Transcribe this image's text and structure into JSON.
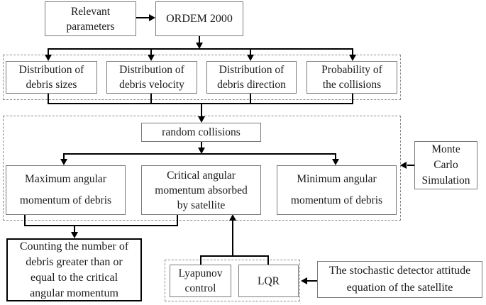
{
  "colors": {
    "background": "#ffffff",
    "box_border": "#7a7a7a",
    "bold_box_border": "#000000",
    "dashed_group_border": "#8a8a8a",
    "arrow": "#000000",
    "text": "#1a1a1a"
  },
  "nodes": {
    "relevant_parameters": "Relevant\nparameters",
    "ordem_2000": "ORDEM 2000",
    "dist_sizes": "Distribution of\ndebris sizes",
    "dist_velocity": "Distribution of\ndebris velocity",
    "dist_direction": "Distribution of\ndebris direction",
    "prob_collisions": "Probability of\nthe collisions",
    "random_collisions": "random collisions",
    "max_angular": "Maximum angular\nmomentum of debris",
    "critical_angular": "Critical angular\nmomentum absorbed\nby satellite",
    "min_angular": "Minimum angular\nmomentum of debris",
    "monte_carlo": "Monte\nCarlo\nSimulation",
    "counting": "Counting the number of\ndebris greater than or\nequal to the critical\nangular momentum",
    "lyapunov": "Lyapunov\ncontrol",
    "lqr": "LQR",
    "stochastic": "The stochastic detector attitude\nequation of the satellite"
  },
  "edges": [
    {
      "from": "relevant_parameters",
      "to": "ordem_2000"
    },
    {
      "from": "ordem_2000",
      "to": [
        "dist_sizes",
        "dist_velocity",
        "dist_direction",
        "prob_collisions"
      ]
    },
    {
      "from": [
        "dist_sizes",
        "dist_velocity",
        "dist_direction",
        "prob_collisions"
      ],
      "to": "random_collisions"
    },
    {
      "from": "random_collisions",
      "to": [
        "max_angular",
        "min_angular"
      ]
    },
    {
      "from": "monte_carlo",
      "to": "simulation-group"
    },
    {
      "from": [
        "max_angular",
        "critical_angular"
      ],
      "to": "counting"
    },
    {
      "from": [
        "lyapunov",
        "lqr"
      ],
      "to": "critical_angular"
    },
    {
      "from": "stochastic",
      "to": "control-group"
    }
  ]
}
